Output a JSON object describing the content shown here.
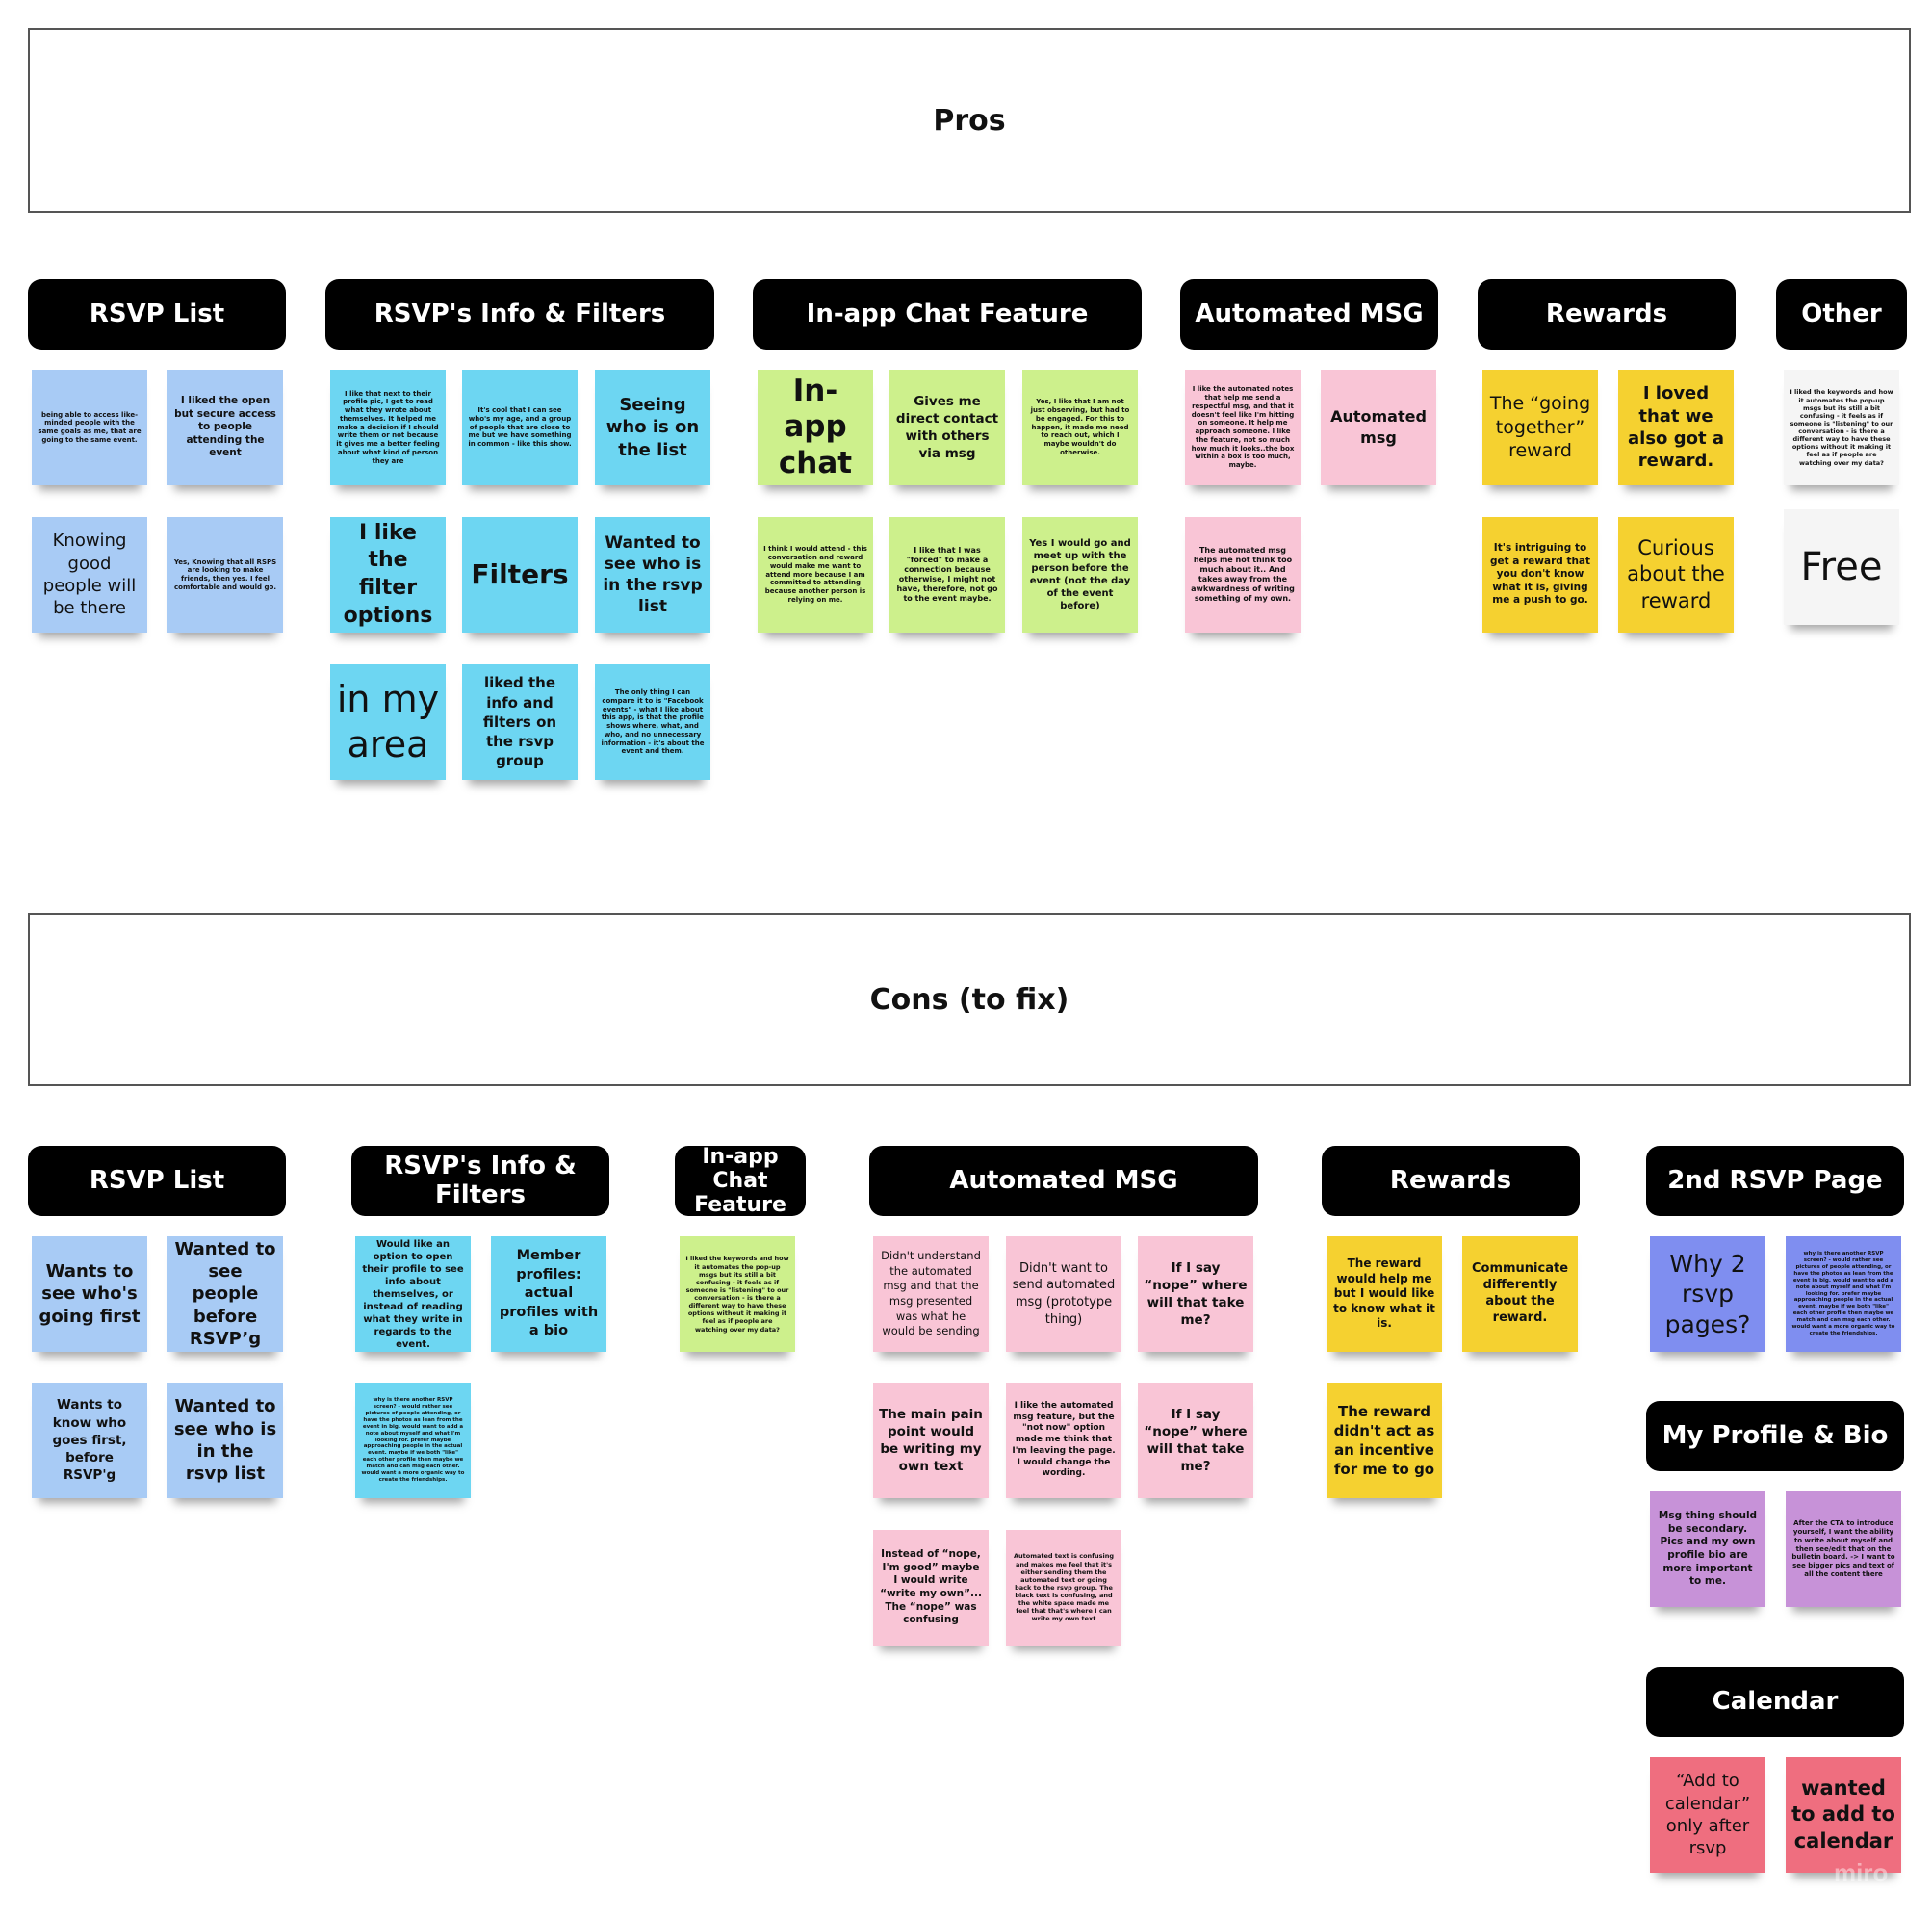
{
  "zones": {
    "pros": "Pros",
    "cons": "Cons (to fix)"
  },
  "pros": {
    "rsvp_list": {
      "title": "RSVP List",
      "notes": [
        "being able to access like-minded people with the same goals as me, that are going to the same event.",
        "I liked the open but secure access to people attending the event",
        "Knowing good people will be there",
        "Yes, Knowing that all RSPS are looking to make friends, then yes. I feel comfortable and would go."
      ]
    },
    "info_filters": {
      "title": "RSVP's Info & Filters",
      "notes": [
        "I like that next to their profile pic, I get to read what they wrote about themselves. It helped me make a decision if I should write them or not because it gives me a better feeling about what kind of person they are",
        "It's cool that I can see who's my age, and a group of people that are close to me but we have something in common - like this show.",
        "Seeing who is on the list",
        "I like the filter options",
        "Filters",
        "Wanted to see who is in the rsvp list",
        "in my area",
        "liked the info and filters on the rsvp group",
        "The only thing I can compare it to is \"Facebook events\" - what I like about this app, is that the profile shows where, what, and who, and no unnecessary information - it's about the event and them."
      ]
    },
    "chat": {
      "title": "In-app Chat Feature",
      "notes": [
        "In-app chat",
        "Gives me direct contact with others via msg",
        "Yes, I like that I am not just observing, but had to be engaged. For this to happen, it made me need to reach out, which I maybe wouldn't do otherwise.",
        "I think I would attend - this conversation and reward would make me want to attend more because I am committed to attending because another person is relying on me.",
        "I like that I was \"forced\" to make a connection because otherwise, I might not have, therefore, not go to the event maybe.",
        "Yes I would go and meet up with the person before the event (not the day of the event before)"
      ]
    },
    "automated": {
      "title": "Automated MSG",
      "notes": [
        "I like the automated notes that help me send a respectful msg, and that it doesn't feel like I'm hitting on someone. It help me approach someone. I like the feature, not so much how much it looks..the box within a box is too much, maybe.",
        "Automated msg",
        "The automated msg helps me not think too much about it.. And takes away from the awkwardness of writing something of my own."
      ]
    },
    "rewards": {
      "title": "Rewards",
      "notes": [
        "The “going together” reward",
        "I loved that we also got a reward.",
        "It's intriguing to get a reward that you don't know what it is, giving me a push to go.",
        "Curious about the reward"
      ]
    },
    "other": {
      "title": "Other",
      "notes": [
        "I liked the keywords and how it automates the pop-up msgs but its still a bit confusing - it feels as if someone is \"listening\" to our conversation - is there a different way to have these options without it making it feel as if people are watching over my data?",
        "Free"
      ]
    }
  },
  "cons": {
    "rsvp_list": {
      "title": "RSVP List",
      "notes": [
        "Wants to see who's going first",
        "Wanted to see people before RSVP’g",
        "Wants to know who goes first, before RSVP'g",
        "Wanted to see who is in the rsvp list"
      ]
    },
    "info_filters": {
      "title": "RSVP's Info & Filters",
      "notes": [
        "Would like an option to open their profile to see info about themselves, or instead of reading what they write in regards to the event.",
        "Member profiles: actual profiles with a bio",
        "why is there another RSVP screen? - would rather see pictures of people attending, or have the photos as lean from the event in big. would want to add a note about myself and what I'm looking for. prefer maybe approaching people in the actual event. maybe if we both \"like\" each other profile then maybe we match and can msg each other. would want a more organic way to create the friendships."
      ]
    },
    "chat": {
      "title": "In-app Chat Feature",
      "notes": [
        "I liked the keywords and how it automates the pop-up msgs but its still a bit confusing - it feels as if someone is \"listening\" to our conversation - is there a different way to have these options without it making it feel as if people are watching over my data?"
      ]
    },
    "automated": {
      "title": "Automated MSG",
      "notes": [
        "Didn't understand the automated msg and that the msg presented was what he would be sending",
        "Didn't want to send automated msg (prototype thing)",
        "If I say “nope” where will that take me?",
        "The main pain point would be writing my own text",
        "I like the automated msg feature, but the \"not now\" option made me think that I'm leaving the page. I would change the wording.",
        "If I say “nope” where will that take me?",
        "Instead of “nope, I'm good” maybe I would write “write my own”... The “nope” was confusing",
        "Automated text is confusing and makes me feel that it's either sending them the automated text or going back to the rsvp group. The black text is confusing, and the white space made me feel that that's where I can write my own text"
      ]
    },
    "rewards": {
      "title": "Rewards",
      "notes": [
        "The reward would help me but I would like to know what it is.",
        "Communicate differently about the reward.",
        "The reward didn't act as an incentive for me to go"
      ]
    },
    "second_page": {
      "title": "2nd RSVP Page",
      "notes": [
        "Why 2 rsvp pages?",
        "why is there another RSVP screen? - would rather see pictures of people attending, or have the photos as lean from the event in big. would want to add a note about myself and what I'm looking for. prefer maybe approaching people in the actual event. maybe if we both \"like\" each other profile then maybe we match and can msg each other. would want a more organic way to create the friendships."
      ]
    },
    "profile": {
      "title": "My Profile & Bio",
      "notes": [
        "Msg thing should be secondary. Pics and my own profile bio are more important to me.",
        "After the CTA to introduce yourself, I want the ability to write about myself and then see/edit that on the bulletin board. -> I want to see bigger pics and text of all the content there"
      ]
    },
    "calendar": {
      "title": "Calendar",
      "notes": [
        "“Add to calendar” only after rsvp",
        "wanted to add to calendar"
      ]
    }
  },
  "watermark": "miro",
  "colors": {
    "blue": "#a8cbf5",
    "cyan": "#6dd6f2",
    "green": "#cdf08c",
    "pink": "#f9c5d6",
    "yellow": "#f5d130",
    "white": "#f5f5f5",
    "indigo": "#7f8ef0",
    "purple": "#c792d8",
    "red": "#ef6e7f",
    "header": "#000000"
  }
}
